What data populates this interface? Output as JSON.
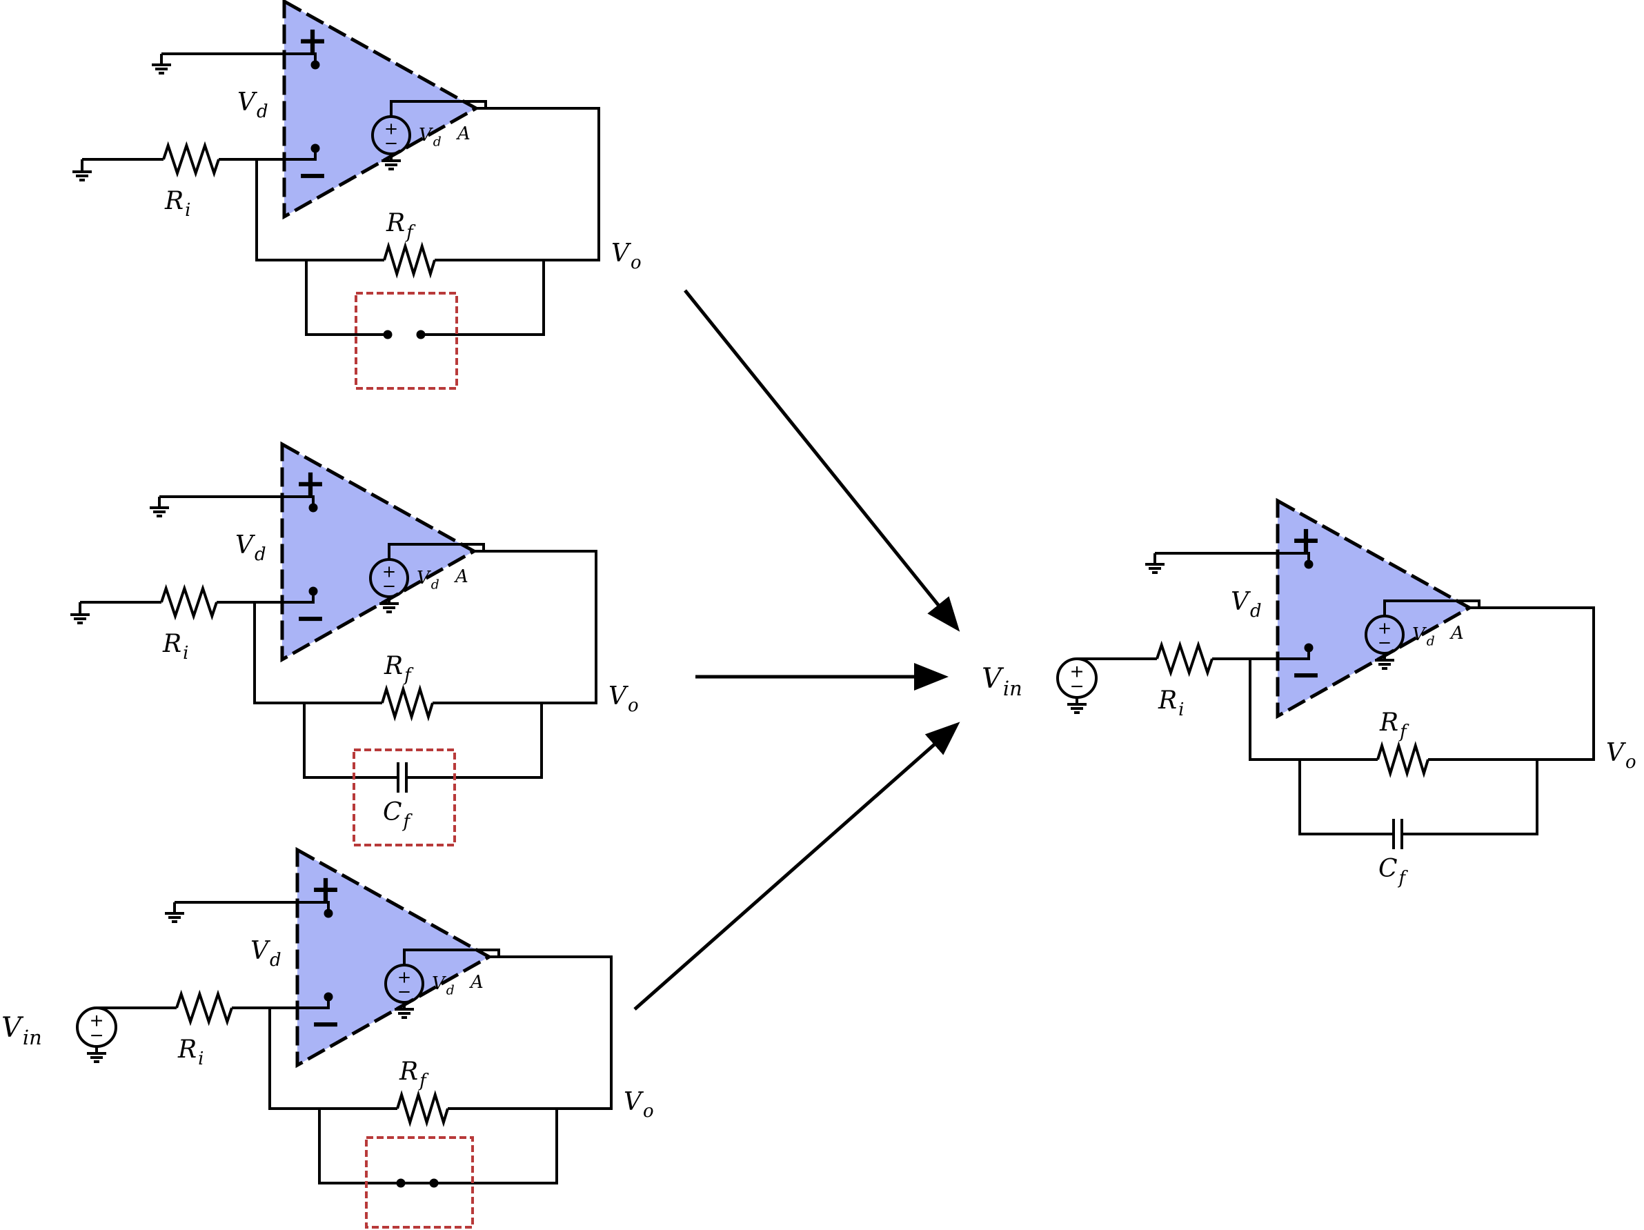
{
  "colors": {
    "opamp_fill": "#aab4f6",
    "wire": "#000000",
    "highlight_box": "#b83a3a"
  },
  "labels": {
    "plus": "+",
    "minus": "−",
    "src_plus": "+",
    "src_minus": "−",
    "vd": "V",
    "vd_sub": "d",
    "gain": "A",
    "ri": "R",
    "ri_sub": "i",
    "rf": "R",
    "rf_sub": "f",
    "cf": "C",
    "cf_sub": "f",
    "vo": "V",
    "vo_sub": "o",
    "vin": "V",
    "vin_sub": "in"
  },
  "circuits": [
    {
      "id": "capacitor-open",
      "feedback_element": "open circuit"
    },
    {
      "id": "capacitor-actual",
      "feedback_element": "capacitor"
    },
    {
      "id": "capacitor-short",
      "feedback_element": "short circuit"
    },
    {
      "id": "combined",
      "feedback_element": "capacitor"
    }
  ],
  "icons": {
    "ground": "ground-icon",
    "source": "voltage-source-icon",
    "dependent_source": "dependent-voltage-source-icon",
    "resistor": "resistor-icon",
    "capacitor": "capacitor-icon",
    "arrow": "arrow-icon"
  }
}
